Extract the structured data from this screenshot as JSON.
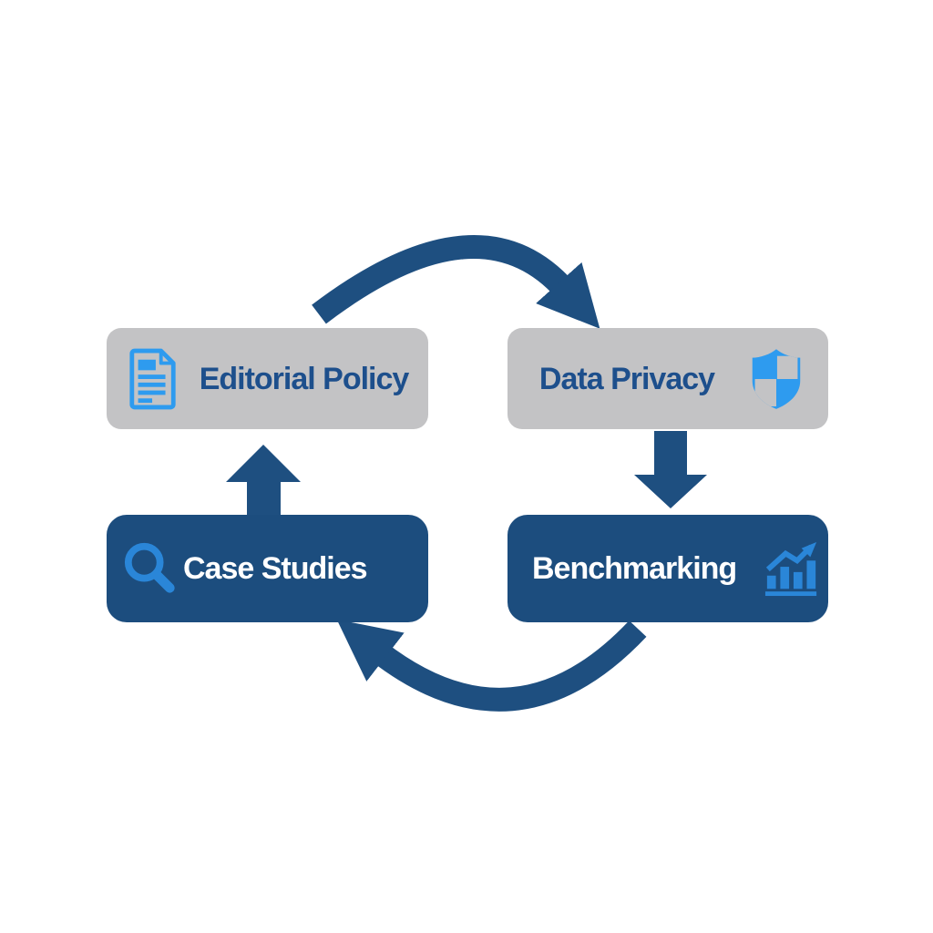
{
  "diagram": {
    "type": "cycle",
    "nodes": [
      {
        "id": "editorial-policy",
        "label": "Editorial Policy",
        "icon": "document-icon",
        "icon_position": "left",
        "variant": "gray"
      },
      {
        "id": "data-privacy",
        "label": "Data Privacy",
        "icon": "shield-icon",
        "icon_position": "right",
        "variant": "gray"
      },
      {
        "id": "case-studies",
        "label": "Case Studies",
        "icon": "search-icon",
        "icon_position": "left",
        "variant": "blue"
      },
      {
        "id": "benchmarking",
        "label": "Benchmarking",
        "icon": "bar-chart-icon",
        "icon_position": "right",
        "variant": "blue"
      }
    ],
    "edges": [
      {
        "from": "editorial-policy",
        "to": "data-privacy",
        "shape": "curved-arc-over-top"
      },
      {
        "from": "data-privacy",
        "to": "benchmarking",
        "shape": "straight-down"
      },
      {
        "from": "benchmarking",
        "to": "case-studies",
        "shape": "curved-arc-under-bottom"
      },
      {
        "from": "case-studies",
        "to": "editorial-policy",
        "shape": "straight-up"
      }
    ],
    "colors": {
      "node_gray": "#c3c3c5",
      "node_blue": "#1c4d7e",
      "arrow_blue": "#1e4f80",
      "icon_light_blue": "#2e9bef",
      "icon_medium_blue": "#2a86d8",
      "text_on_gray": "#1d4f8c",
      "text_on_blue": "#ffffff",
      "canvas_background": "#ffffff"
    }
  }
}
